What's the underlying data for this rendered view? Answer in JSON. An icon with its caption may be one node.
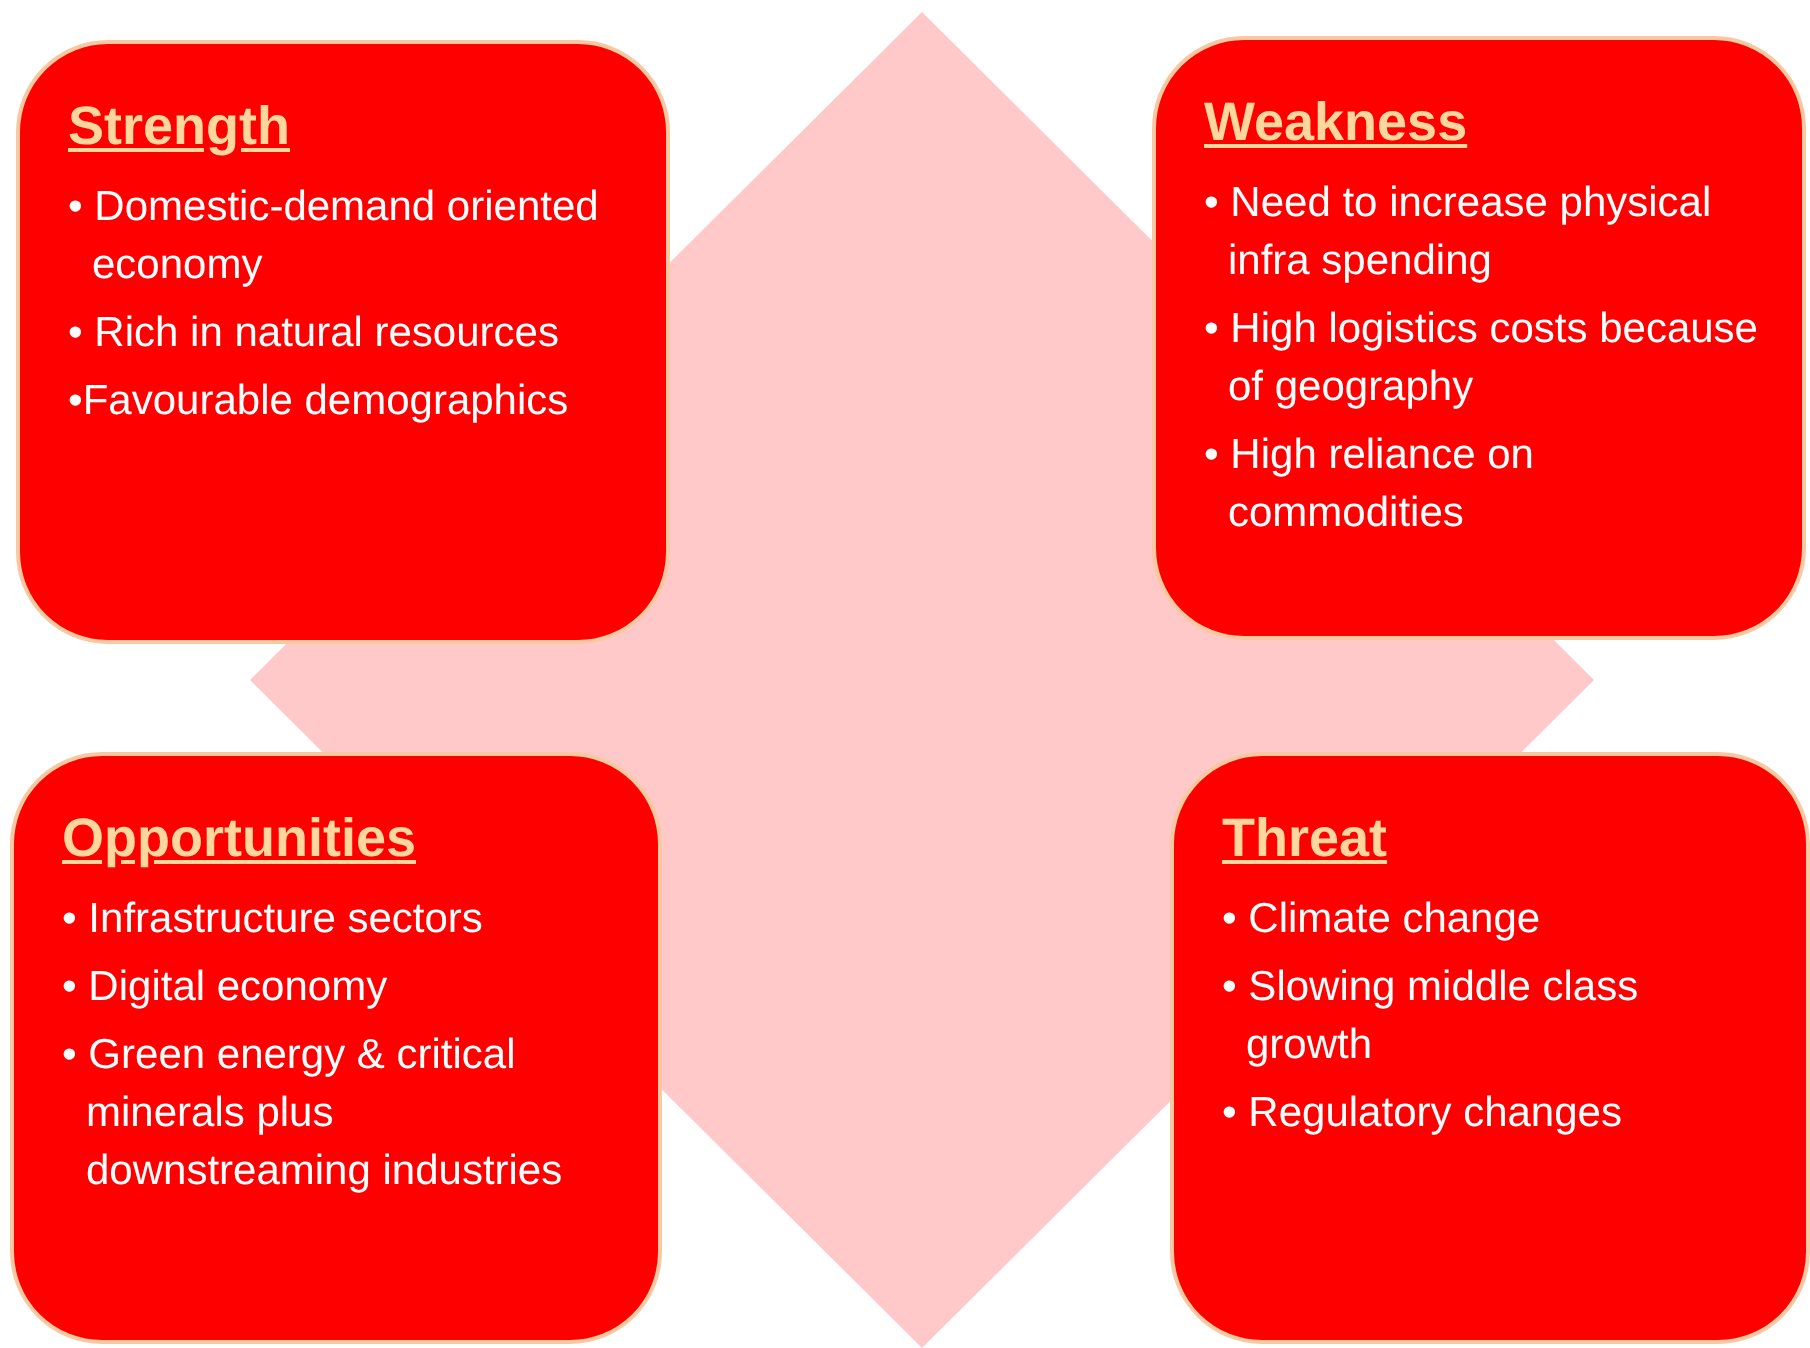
{
  "diagram": {
    "nodes": [
      {
        "text": [],
        "shape": "diamond"
      },
      {
        "text": [
          "Strength",
          "• Domestic-demand oriented economy",
          "• Rich in natural resources",
          "•Favourable demographics"
        ]
      },
      {
        "text": [
          "Weakness",
          "• Need to increase physical infra spending",
          "• High logistics costs because of geography",
          "• High reliance on commodities"
        ]
      },
      {
        "text": [
          "Opportunities",
          "• Infrastructure sectors",
          "• Digital economy",
          "• Green energy & critical minerals plus downstreaming industries"
        ]
      },
      {
        "text": [
          "Threat",
          "• Climate change",
          "• Slowing middle class growth",
          "• Regulatory changes"
        ]
      }
    ],
    "edges": []
  }
}
